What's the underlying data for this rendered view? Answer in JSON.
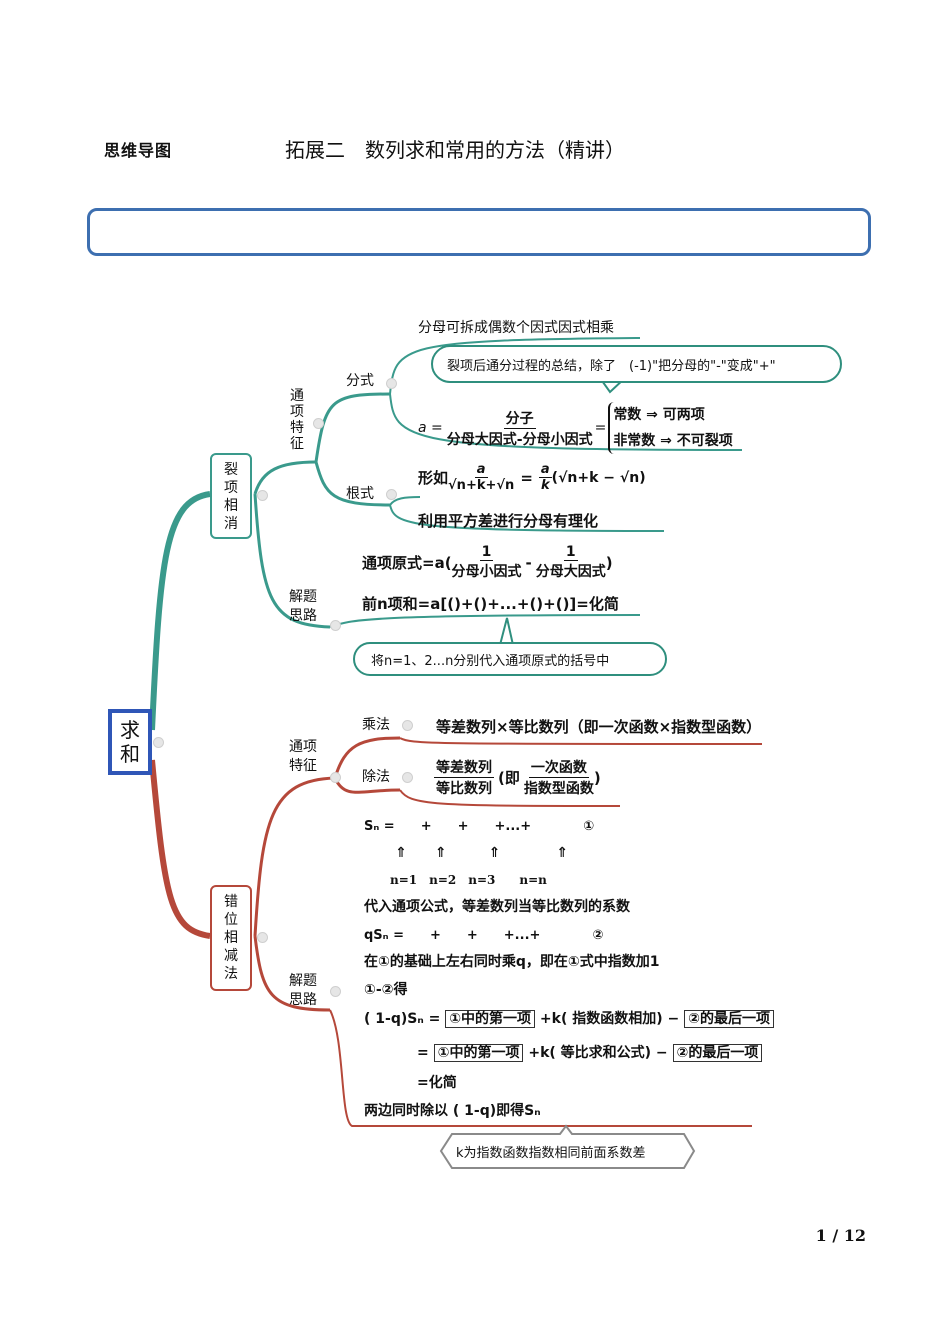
{
  "header": {
    "left_label": "思维导图",
    "title": "拓展二　数列求和常用的方法（精讲）"
  },
  "root": {
    "line1": "求",
    "line2": "和"
  },
  "lxxx": {
    "node_chars": [
      "裂",
      "项",
      "相",
      "消"
    ],
    "tongxiang_chars": [
      "通",
      "项",
      "特",
      "征"
    ],
    "fenshi_label": "分式",
    "fenshi_items": {
      "line1": "分母可拆成偶数个因式因式相乘",
      "bubble": "裂项后通分过程的总结，除了　(-1)\"把分母的\"-\"变成\"+\"",
      "eq_lhs": "a =",
      "eq_num": "分子",
      "eq_den": "分母大因式-分母小因式",
      "eq_eq": "=",
      "case1": "常数 ⇒ 可两项",
      "case2": "非常数 ⇒ 不可裂项"
    },
    "genshi_label": "根式",
    "genshi_items": {
      "prefix": "形如",
      "frac_num": "a",
      "frac_den": "√n+k+√n",
      "eq": "=",
      "rhs_num": "a",
      "rhs_den": "k",
      "rhs_tail": "(√n+k − √n)",
      "line2": "利用平方差进行分母有理化"
    },
    "jieti_label": "解题思路",
    "jieti_items": {
      "l1_prefix": "通项原式=a(",
      "l1_num1": "1",
      "l1_den1": "分母小因式",
      "l1_minus": "-",
      "l1_num2": "1",
      "l1_den2": "分母大因式",
      "l1_close": ")",
      "l2": "前n项和=a[()+()+...+()+()]=化简",
      "bubble": "将n=1、2...n分别代入通项原式的括号中"
    }
  },
  "cwxj": {
    "node_chars": [
      "错",
      "位",
      "相",
      "减",
      "法"
    ],
    "tongxiang_label": "通项特征",
    "chengfa_label": "乘法",
    "chengfa_text": "等差数列×等比数列（即一次函数×指数型函数）",
    "chufa_label": "除法",
    "chufa": {
      "num1": "等差数列",
      "den1": "等比数列",
      "mid": "(即",
      "num2": "一次函数",
      "den2": "指数型函数",
      "close": ")"
    },
    "jieti_label": "解题思路",
    "lines": {
      "sn": "Sₙ =　　+　　+　　+...+　　　　①",
      "arrows": "⇑　　⇑　　　⇑　　　　⇑",
      "nvals": "n=1　n=2　n=3　　n=n",
      "daoru": "代入通项公式，等差数列当等比数列的系数",
      "qsn": "qSₙ =　　+　　+　　+...+　　　　②",
      "jichu": "在①的基础上左右同时乘q，即在①式中指数加1",
      "jian": "①-②得",
      "e1_lhs": "( 1-q)Sₙ =",
      "e1_b1": "①中的第一项",
      "e1_mid": "+k( 指数函数相加) −",
      "e1_b2": "②的最后一项",
      "e2_lhs": "=",
      "e2_b1": "①中的第一项",
      "e2_mid": "+k( 等比求和公式) −",
      "e2_b2": "②的最后一项",
      "e3": "=化简",
      "last": "两边同时除以 ( 1-q)即得Sₙ"
    },
    "bubble": "k为指数函数指数相同前面系数差"
  },
  "colors": {
    "teal": "#3a9a8c",
    "red": "#b5483a",
    "blue": "#2f56b7",
    "banner": "#3d6fb0"
  },
  "page_number": "1 / 12"
}
